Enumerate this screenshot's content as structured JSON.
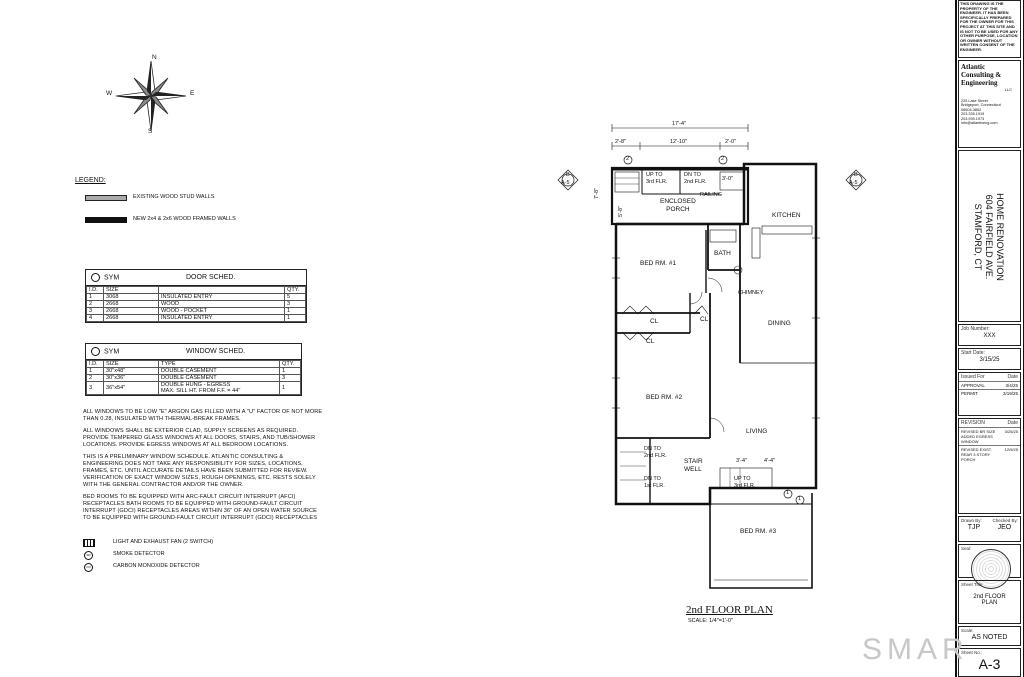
{
  "compass": {
    "n": "N",
    "s": "S",
    "e": "E",
    "w": "W"
  },
  "legend": {
    "title": "LEGEND:",
    "existing": "EXISTING WOOD STUD WALLS",
    "new": "NEW 2x4 & 2x6 WOOD FRAMED WALLS"
  },
  "door_sched": {
    "sym": "SYM",
    "title": "DOOR SCHED.",
    "cols": [
      "I.D.",
      "SIZE",
      "",
      "QTY."
    ],
    "rows": [
      [
        "1",
        "3068",
        "INSULATED ENTRY",
        "5"
      ],
      [
        "2",
        "2668",
        "WOOD",
        "3"
      ],
      [
        "3",
        "2668",
        "WOOD - POCKET",
        "1"
      ],
      [
        "4",
        "2668",
        "INSULATED ENTRY",
        "1"
      ]
    ]
  },
  "window_sched": {
    "sym": "SYM",
    "title": "WINDOW SCHED.",
    "cols": [
      "I.D.",
      "SIZE",
      "TYPE",
      "QTY."
    ],
    "rows": [
      [
        "1",
        "30\"x48\"",
        "DOUBLE CASEMENT",
        "1"
      ],
      [
        "2",
        "30\"x36\"",
        "DOUBLE CASEMENT",
        "3"
      ],
      [
        "3",
        "36\"x54\"",
        "DOUBLE HUNG - EGRESS\nMAX. SILL HT. FROM F.F. = 44\"",
        "1"
      ]
    ]
  },
  "notes": [
    "ALL WINDOWS TO BE LOW \"E\" ARGON GAS FILLED WITH A \"U\" FACTOR OF NOT MORE THAN 0.28, INSULATED WITH THERMAL-BREAK FRAMES.",
    "ALL WINDOWS SHALL BE EXTERIOR CLAD, SUPPLY SCREENS AS REQUIRED. PROVIDE TEMPERED GLASS WINDOWS AT ALL DOORS, STAIRS, AND TUB/SHOWER LOCATIONS. PROVIDE EGRESS WINDOWS AT ALL BEDROOM LOCATIONS.",
    "THIS IS A PRELIMINARY WINDOW SCHEDULE. ATLANTIC CONSULTING & ENGINEERING DOES NOT TAKE ANY RESPONSIBILITY FOR SIZES, LOCATIONS, FRAMES, ETC. UNTIL ACCURATE DETAILS HAVE BEEN SUBMITTED FOR REVIEW. VERIFICATION OF EXACT WINDOW SIZES, ROUGH OPENINGS, ETC. RESTS SOLELY WITH THE GENERAL CONTRACTOR AND/OR THE OWNER.",
    "BED ROOMS TO BE EQUIPPED WITH ARC-FAULT CIRCUIT INTERRUPT (AFCI) RECEPTACLES BATH ROOMS TO BE EQUIPPED WITH GROUND-FAULT CIRCUIT INTERRUPT (GDCI) RECEPTACLES AREAS WITHIN 36\" OF AN OPEN WATER SOURCE TO BE EQUIPPED WITH GROUND-FAULT CIRCUIT INTERRUPT (GDCI) RECEPTACLES"
  ],
  "symbols": [
    {
      "label": "LIGHT AND EXHAUST FAN (2 SWITCH)",
      "icon": "exhaust-fan-icon"
    },
    {
      "label": "SMOKE DETECTOR",
      "icon": "smoke-detector-icon",
      "glyph": "SD"
    },
    {
      "label": "CARBON MONOXIDE DETECTOR",
      "icon": "co-detector-icon",
      "glyph": "CO"
    }
  ],
  "plan": {
    "title": "2nd FLOOR PLAN",
    "scale": "SCALE: 1/4\"=1'-0\"",
    "dims": {
      "overall": "17'-4\"",
      "left": "2'-8\"",
      "mid": "12'-10\"",
      "right": "2'-0\"",
      "side": "7'-8\"",
      "porch_side": "5'-8\"",
      "stair_w": "3'-4\"",
      "stair_w2": "4'-4\"",
      "porch_w": "3'-0\""
    },
    "rooms": {
      "enclosed_porch": "ENCLOSED\nPORCH",
      "railing": "RAILING",
      "kitchen": "KITCHEN",
      "bath": "BATH",
      "bed1": "BED RM. #1",
      "chimney": "CHIMNEY",
      "dining": "DINING",
      "cl1": "CL",
      "cl2": "CL",
      "cl3": "CL",
      "bed2": "BED RM. #2",
      "living": "LIVING",
      "stair_well": "STAIR\nWELL",
      "bed3": "BED RM. #3",
      "up_3rd": "UP TO\n3rd FLR.",
      "dn_2nd": "DN TO\n2nd FLR.",
      "dn_2nd_b": "DN TO\n2nd FLR.",
      "dn_1st": "DN TO\n1st FLR.",
      "up_3rd_b": "UP TO\n3rd FLR."
    },
    "section_marks": [
      {
        "top": "B",
        "bottom": "A-5"
      },
      {
        "top": "B",
        "bottom": "A-5"
      }
    ],
    "door_tags": [
      "2",
      "2",
      "1",
      "1"
    ]
  },
  "titleblock": {
    "disclaimer": "THIS DRAWING IS THE PROPERTY OF THE ENGINEER. IT HAS BEEN SPECIFICALLY PREPARED FOR THE OWNER FOR THIS PROJECT AT THIS SITE AND IS NOT TO BE USED FOR ANY OTHER PURPOSE, LOCATION OR OWNER WITHOUT WRITTEN CONSENT OF THE ENGINEER.",
    "company": "Atlantic Consulting & Engineering",
    "company_suffix": "LLC",
    "address": [
      "225 Lake Street",
      "Bridgeport, Connecticut",
      "06604-3852"
    ],
    "phone": [
      "203.335.1919",
      "203.939.1973"
    ],
    "email": "info@atlanticeng.com",
    "project": [
      "HOME RENOVATION",
      "604 FAIRFIELD AVE.",
      "STAMFORD, CT"
    ],
    "job_label": "Job Number:",
    "job": "XXX",
    "start_label": "Start Date:",
    "start": "3/15/25",
    "issued_label": "Issued For",
    "issued_date_label": "Date",
    "issued": [
      [
        "APPROVAL",
        "3/4/25"
      ],
      [
        "PERMIT",
        "3/19/25"
      ]
    ],
    "revision_label": "REVISION",
    "revision_date_label": "Date",
    "revisions": [
      [
        "REVISED BR SIZE ADDED EGRESS WINDOW",
        "3/25/25"
      ],
      [
        "REVISED EXIST. REAR 3 STORY PORCH",
        "12/5/25"
      ]
    ],
    "drawn_label": "Drawn By:",
    "checked_label": "Checked By:",
    "drawn": "TJP",
    "checked": "JEO",
    "seal_label": "Seal:",
    "sheet_title_label": "Sheet Title:",
    "sheet_title": [
      "2nd FLOOR",
      "PLAN"
    ],
    "scale_label": "Scale:",
    "scale": "AS NOTED",
    "sheet_no_label": "Sheet No.:",
    "sheet_no": "A-3"
  },
  "watermark": "SMAR"
}
